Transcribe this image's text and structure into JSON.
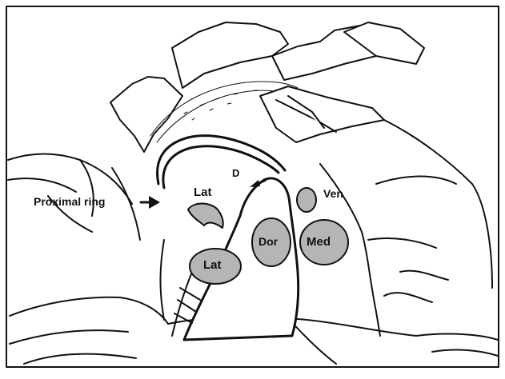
{
  "colors": {
    "background": "#ffffff",
    "line": "#111111",
    "region_fill": "#b5b5b5"
  },
  "labels": {
    "proximal_ring": "Proximal ring",
    "d": "D",
    "lat_top": "Lat",
    "lat_bottom": "Lat",
    "dor": "Dor",
    "med": "Med",
    "ven": "Ven"
  }
}
